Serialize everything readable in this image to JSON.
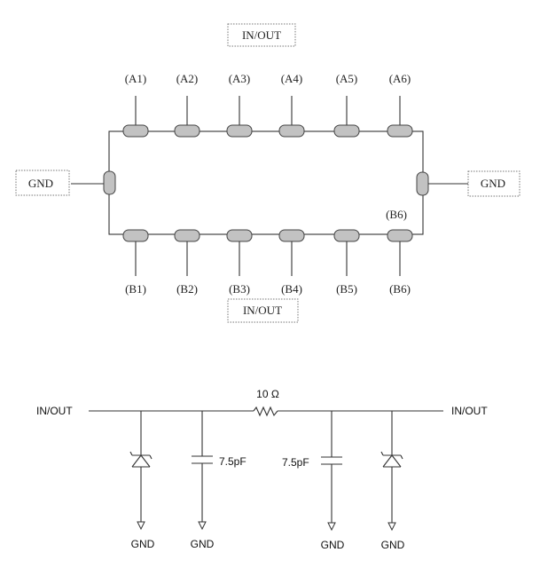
{
  "package": {
    "top_io_label": "IN/OUT",
    "bottom_io_label": "IN/OUT",
    "left_gnd_label": "GND",
    "right_gnd_label": "GND",
    "top_pins": [
      "(A1)",
      "(A2)",
      "(A3)",
      "(A4)",
      "(A5)",
      "(A6)"
    ],
    "bottom_pins": [
      "(B1)",
      "(B2)",
      "(B3)",
      "(B4)",
      "(B5)",
      "(B6)"
    ],
    "inner_pin_label": "(B6)"
  },
  "schematic": {
    "left_label": "IN/OUT",
    "right_label": "IN/OUT",
    "resistor_label": "10 Ω",
    "cap_left_label": "7.5pF",
    "cap_right_label": "7.5pF",
    "gnd_labels": [
      "GND",
      "GND",
      "GND",
      "GND"
    ]
  }
}
